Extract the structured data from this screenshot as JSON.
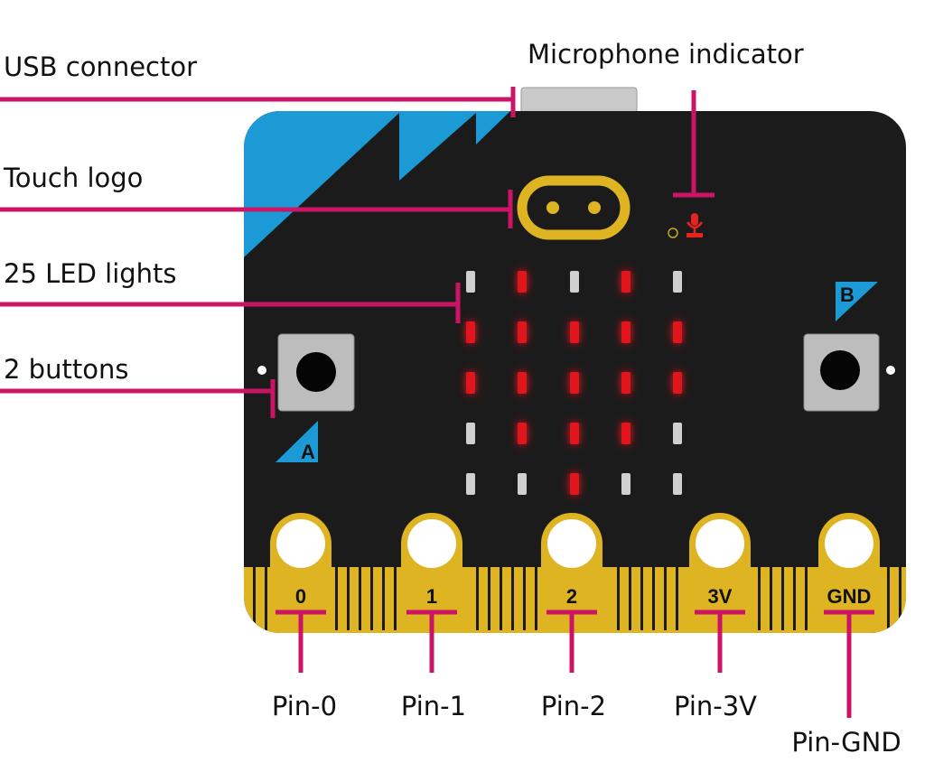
{
  "labels": {
    "usb": "USB connector",
    "microphone": "Microphone indicator",
    "touch": "Touch logo",
    "leds": "25 LED lights",
    "buttons": "2 buttons"
  },
  "board": {
    "button_a": "A",
    "button_b": "B",
    "pins": [
      "0",
      "1",
      "2",
      "3V",
      "GND"
    ],
    "led_matrix": [
      [
        0,
        1,
        0,
        1,
        0
      ],
      [
        1,
        1,
        1,
        1,
        1
      ],
      [
        1,
        1,
        1,
        1,
        1
      ],
      [
        0,
        1,
        1,
        1,
        0
      ],
      [
        0,
        0,
        1,
        0,
        0
      ]
    ]
  },
  "pin_callouts": [
    "Pin-0",
    "Pin-1",
    "Pin-2",
    "Pin-3V",
    "Pin-GND"
  ],
  "colors": {
    "callout": "#cc1466",
    "board": "#1b1b1b",
    "gold": "#dfb423",
    "blue": "#1c9ad6",
    "led_on": "#e0141a",
    "led_off": "#cfcfcf"
  }
}
